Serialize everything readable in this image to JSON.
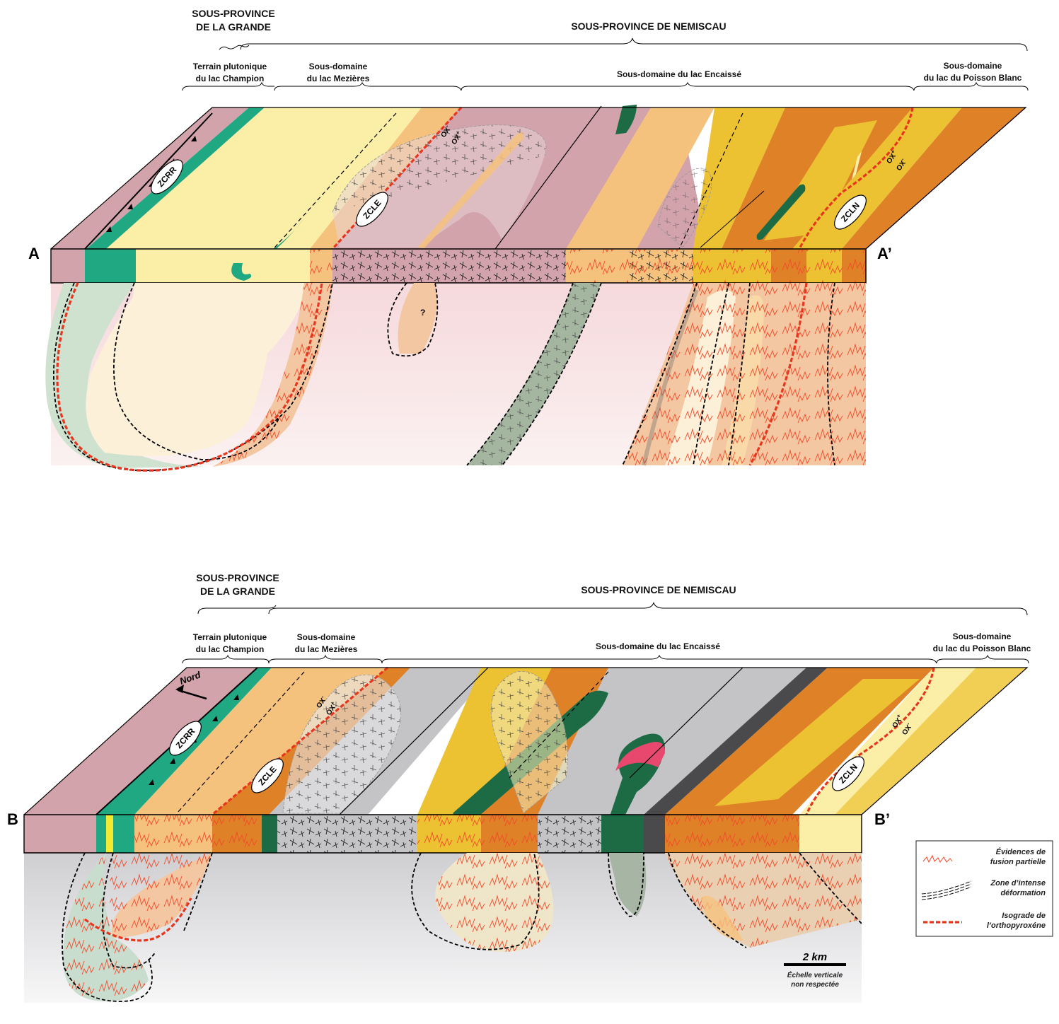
{
  "colors": {
    "pink_plutonic": "#d3a3ab",
    "teal": "#20a883",
    "dark_green": "#1d6b45",
    "pale_yellow": "#fbeea7",
    "light_orange": "#f5c27e",
    "orange": "#df8126",
    "yellow": "#ecc232",
    "grey": "#c4c4c6",
    "dark_grey": "#4a4a4c",
    "magenta": "#e8486e",
    "melt_red": "#f04a2a",
    "isograd_red": "#e8351d"
  },
  "section_a": {
    "header_la_grande": "SOUS-PROVINCE\nDE LA GRANDE",
    "header_la_grande_l1": "SOUS-PROVINCE",
    "header_la_grande_l2": "DE LA GRANDE",
    "header_nemiscau": "SOUS-PROVINCE DE NEMISCAU",
    "domain_champion_l1": "Terrain plutonique",
    "domain_champion_l2": "du lac Champion",
    "domain_mezieres_l1": "Sous-domaine",
    "domain_mezieres_l2": "du lac Mezières",
    "domain_encaisse": "Sous-domaine du lac Encaissé",
    "domain_poisson_l1": "Sous-domaine",
    "domain_poisson_l2": "du lac du Poisson Blanc",
    "label_left": "A",
    "label_right": "A’",
    "zone_zcrr": "ZCRR",
    "zone_zcle": "ZCLE",
    "zone_zcln": "ZCLN",
    "ox_minus": "OX",
    "ox_plus": "OX",
    "question_mark": "?"
  },
  "section_b": {
    "header_la_grande_l1": "SOUS-PROVINCE",
    "header_la_grande_l2": "DE LA GRANDE",
    "header_nemiscau": "SOUS-PROVINCE DE NEMISCAU",
    "domain_champion_l1": "Terrain plutonique",
    "domain_champion_l2": "du lac Champion",
    "domain_mezieres_l1": "Sous-domaine",
    "domain_mezieres_l2": "du lac Mezières",
    "domain_encaisse": "Sous-domaine du lac Encaissé",
    "domain_poisson_l1": "Sous-domaine",
    "domain_poisson_l2": "du lac du Poisson Blanc",
    "label_left": "B",
    "label_right": "B’",
    "zone_zcrr": "ZCRR",
    "zone_zcle": "ZCLE",
    "zone_zcln": "ZCLN",
    "north": "Nord"
  },
  "legend": {
    "melt_l1": "Évidences de",
    "melt_l2": "fusion partielle",
    "deform_l1": "Zone d’intense",
    "deform_l2": "déformation",
    "isograd_l1": "Isograde de",
    "isograd_l2": "l’orthopyroxéne"
  },
  "scale": {
    "length": "2 km",
    "note_l1": "Échelle verticale",
    "note_l2": "non respectée"
  }
}
